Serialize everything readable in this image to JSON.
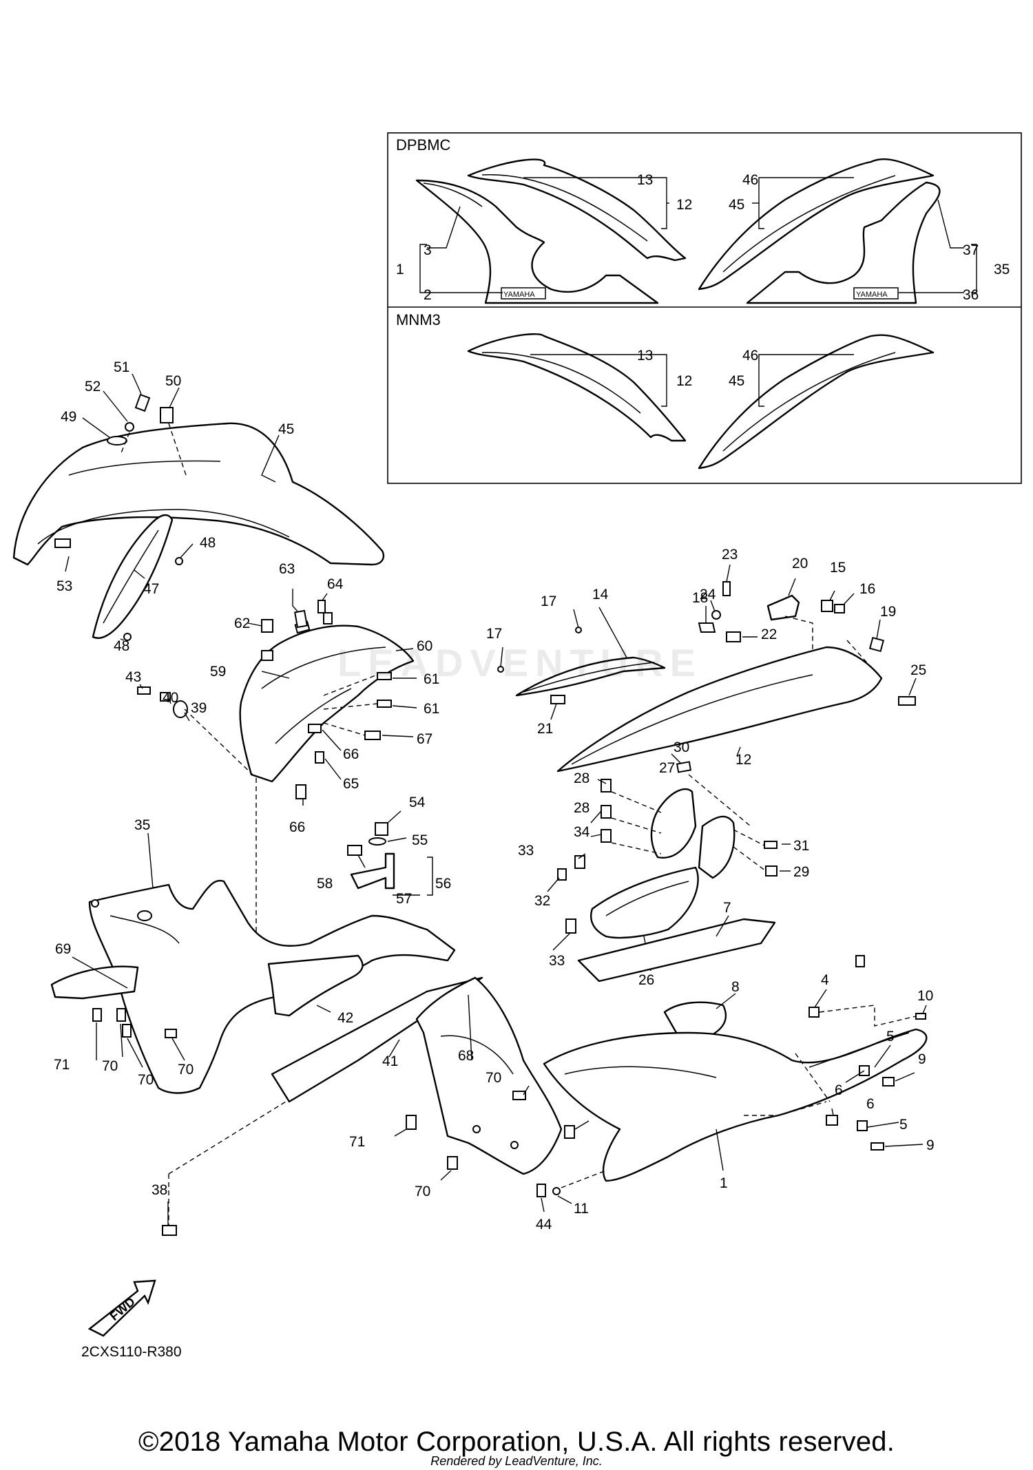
{
  "inset": {
    "dpbmc_title": "DPBMC",
    "mnm3_title": "MNM3",
    "decal_text": "YAMAHA"
  },
  "callouts": {
    "c1": "1",
    "c2": "2",
    "c3": "3",
    "c4": "4",
    "c5": "5",
    "c6": "6",
    "c7": "7",
    "c8": "8",
    "c9": "9",
    "c10": "10",
    "c11": "11",
    "c12": "12",
    "c13": "13",
    "c14": "14",
    "c15": "15",
    "c16": "16",
    "c17": "17",
    "c18": "18",
    "c19": "19",
    "c20": "20",
    "c21": "21",
    "c22": "22",
    "c23": "23",
    "c24": "24",
    "c25": "25",
    "c26": "26",
    "c27": "27",
    "c28": "28",
    "c29": "29",
    "c30": "30",
    "c31": "31",
    "c32": "32",
    "c33": "33",
    "c34": "34",
    "c35": "35",
    "c36": "36",
    "c37": "37",
    "c38": "38",
    "c39": "39",
    "c40": "40",
    "c41": "41",
    "c42": "42",
    "c43": "43",
    "c44": "44",
    "c45": "45",
    "c46": "46",
    "c47": "47",
    "c48": "48",
    "c49": "49",
    "c50": "50",
    "c51": "51",
    "c52": "52",
    "c53": "53",
    "c54": "54",
    "c55": "55",
    "c56": "56",
    "c57": "57",
    "c58": "58",
    "c59": "59",
    "c60": "60",
    "c61": "61",
    "c62": "62",
    "c63": "63",
    "c64": "64",
    "c65": "65",
    "c66": "66",
    "c67": "67",
    "c68": "68",
    "c69": "69",
    "c70": "70",
    "c71": "71"
  },
  "fwd_label": "FWD",
  "diagram_code": "2CXS110-R380",
  "watermark": "LEADVENTURE",
  "copyright": "©2018 Yamaha Motor Corporation, U.S.A. All rights reserved.",
  "rendered_by": "Rendered by LeadVenture, Inc."
}
